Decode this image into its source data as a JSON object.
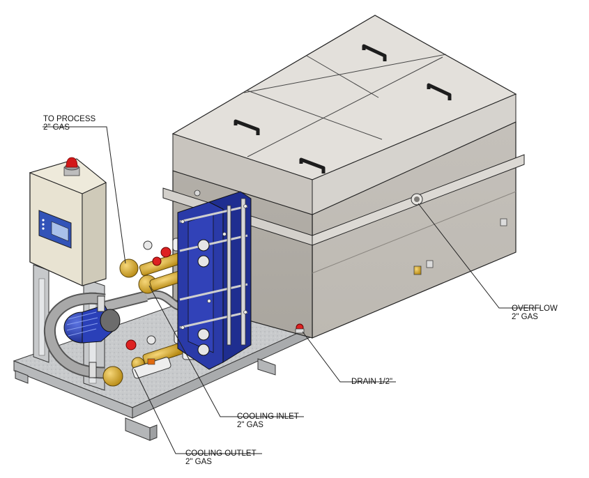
{
  "callouts": {
    "to_process": {
      "line1": "TO PROCESS",
      "line2": "2\" GAS"
    },
    "overflow": {
      "line1": "OVERFLOW",
      "line2": "2\" GAS"
    },
    "drain": {
      "line1": "DRAIN 1/2\""
    },
    "cooling_inlet": {
      "line1": "COOLING INLET",
      "line2": "2\" GAS"
    },
    "cooling_outlet": {
      "line1": "COOLING OUTLET",
      "line2": "2\" GAS"
    }
  },
  "colors": {
    "tank": "#c9c5bf",
    "lid": "#e2dfda",
    "heat_exchanger": "#2838a8",
    "pump": "#2a40b8",
    "brass": "#d7a624",
    "galvanized": "#c9cbcc",
    "beacon": "#d21818"
  }
}
